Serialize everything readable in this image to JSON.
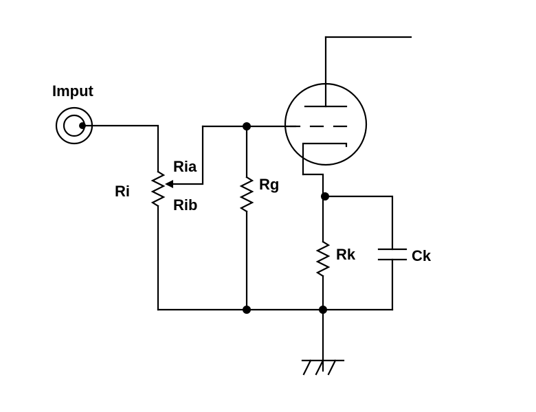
{
  "labels": {
    "input": "Imput",
    "ri": "Ri",
    "ria": "Ria",
    "rib": "Rib",
    "rg": "Rg",
    "rk": "Rk",
    "ck": "Ck"
  }
}
